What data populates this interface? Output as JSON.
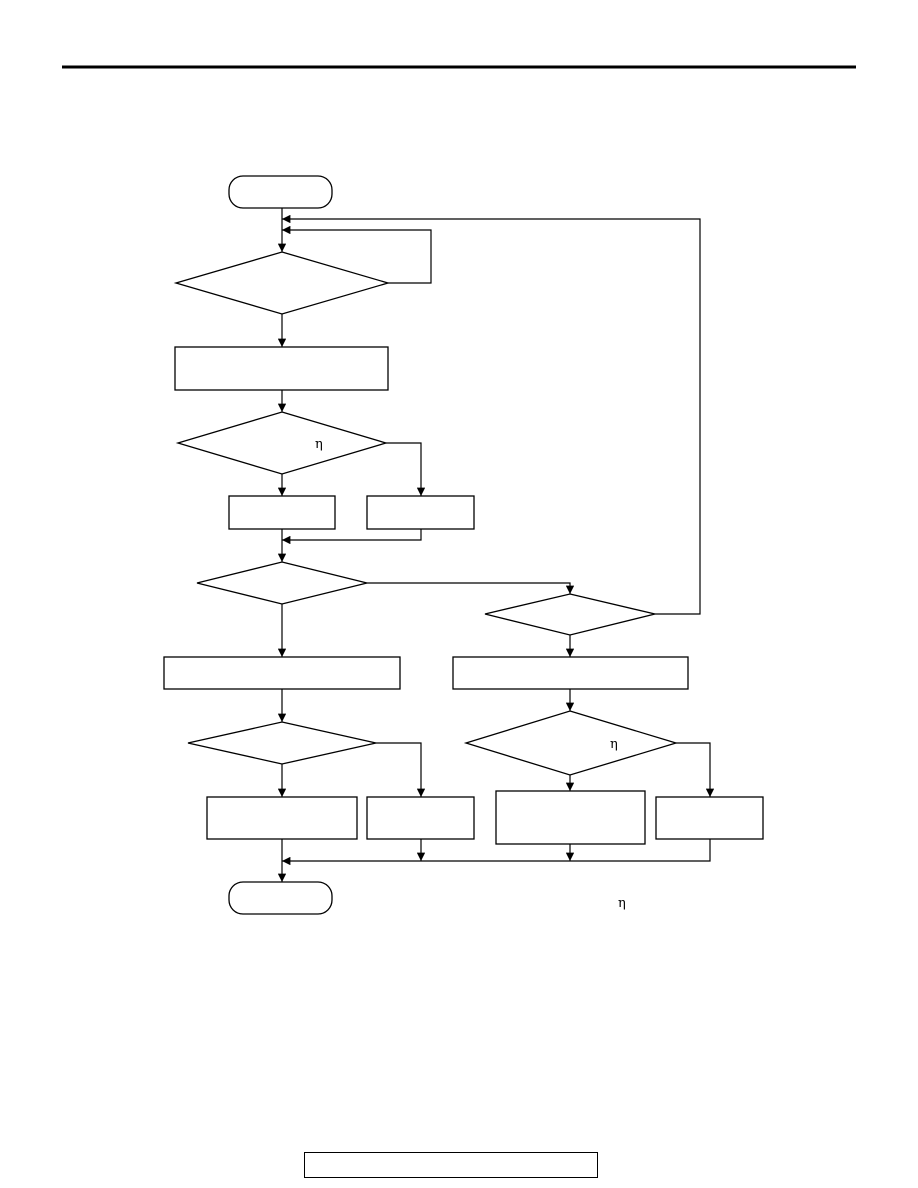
{
  "diagram": {
    "type": "flowchart",
    "symbols": {
      "eta_decision": "η",
      "eta_note": "η"
    },
    "footer_text": ""
  }
}
